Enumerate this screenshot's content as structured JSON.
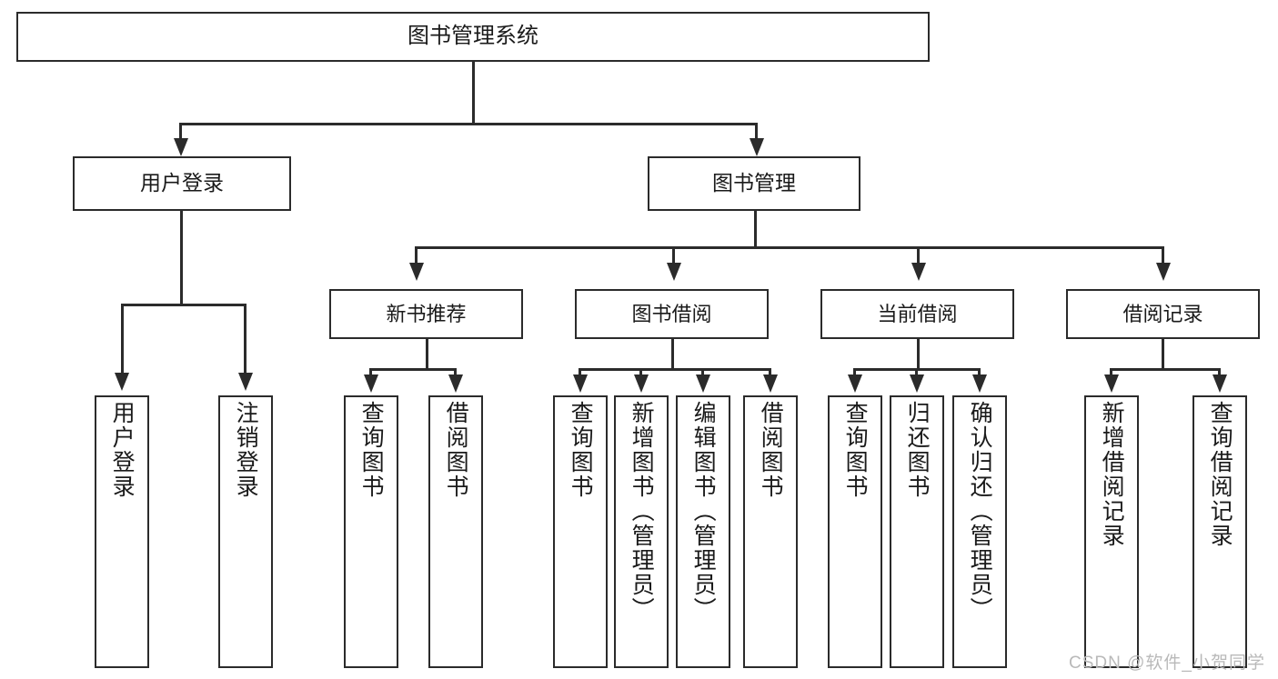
{
  "diagram": {
    "title": "图书管理系统",
    "root": {
      "label": "图书管理系统"
    },
    "level2": [
      {
        "label": "用户登录"
      },
      {
        "label": "图书管理"
      }
    ],
    "level3": [
      {
        "label": "新书推荐"
      },
      {
        "label": "图书借阅"
      },
      {
        "label": "当前借阅"
      },
      {
        "label": "借阅记录"
      }
    ],
    "leaves": [
      {
        "label": "用户登录",
        "parent": "用户登录"
      },
      {
        "label": "注销登录",
        "parent": "用户登录"
      },
      {
        "label": "查询图书",
        "parent": "新书推荐"
      },
      {
        "label": "借阅图书",
        "parent": "新书推荐"
      },
      {
        "label": "查询图书",
        "parent": "图书借阅"
      },
      {
        "label": "新增图书（管理员）",
        "parent": "图书借阅"
      },
      {
        "label": "编辑图书（管理员）",
        "parent": "图书借阅"
      },
      {
        "label": "借阅图书",
        "parent": "图书借阅"
      },
      {
        "label": "查询图书",
        "parent": "当前借阅"
      },
      {
        "label": "归还图书",
        "parent": "当前借阅"
      },
      {
        "label": "确认归还（管理员）",
        "parent": "当前借阅"
      },
      {
        "label": "新增借阅记录",
        "parent": "借阅记录"
      },
      {
        "label": "查询借阅记录",
        "parent": "借阅记录"
      }
    ]
  },
  "watermark": {
    "text": "CSDN @软件_小贺同学"
  },
  "colors": {
    "stroke": "#2b2b2b",
    "background": "#ffffff",
    "text": "#1a1a1a",
    "watermark": "#b9b9b9"
  }
}
